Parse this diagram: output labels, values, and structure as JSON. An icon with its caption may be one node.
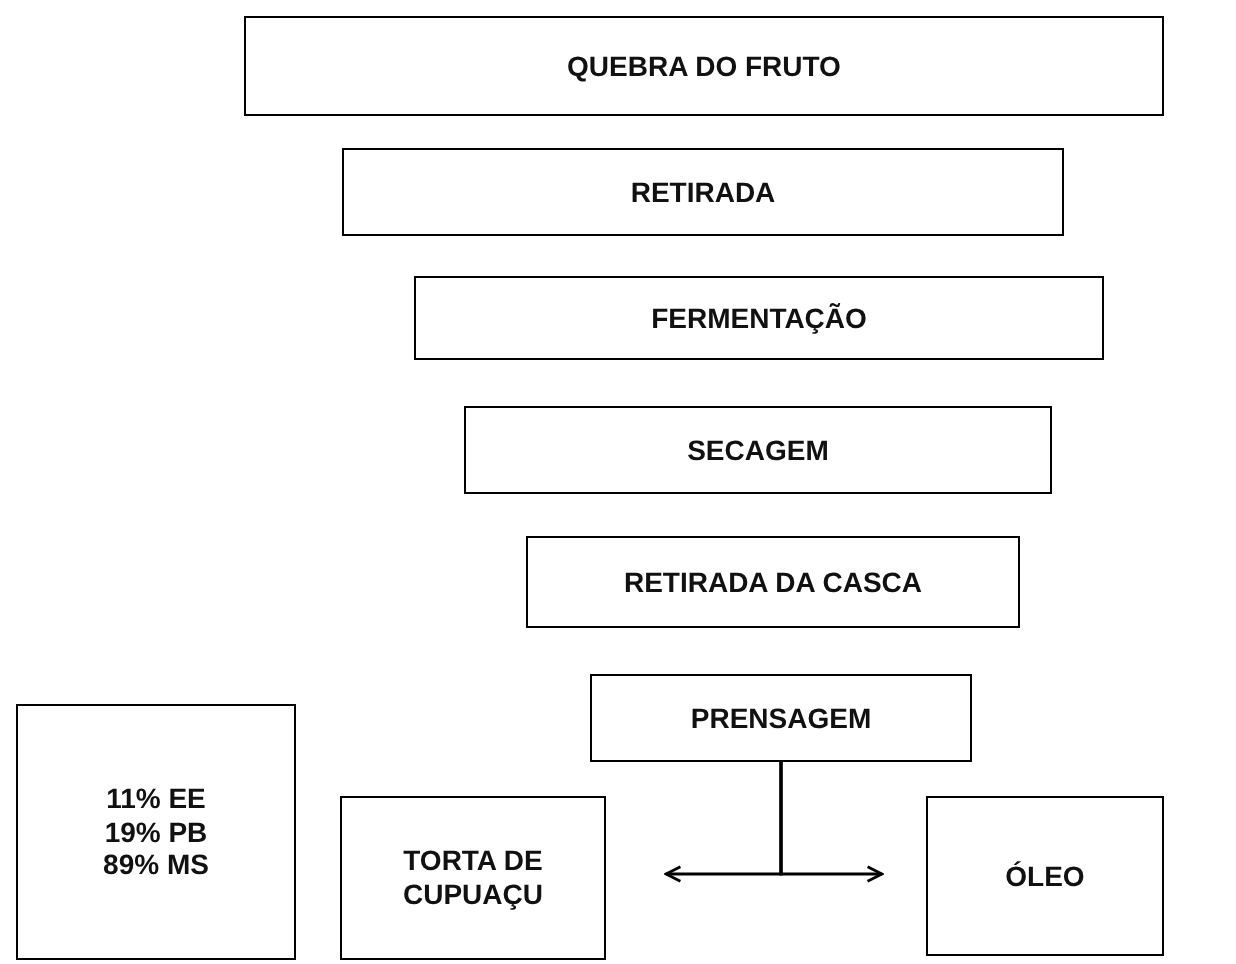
{
  "diagram": {
    "nodes": [
      {
        "text": [
          "QUEBRA DO FRUTO"
        ]
      },
      {
        "text": [
          "RETIRADA"
        ]
      },
      {
        "text": [
          "FERMENTAÇÃO"
        ]
      },
      {
        "text": [
          "SECAGEM"
        ]
      },
      {
        "text": [
          "RETIRADA DA CASCA"
        ]
      },
      {
        "text": [
          "PRENSAGEM"
        ]
      },
      {
        "text": [
          "11% EE",
          "19% PB",
          "89% MS"
        ]
      },
      {
        "text": [
          "TORTA DE CUPUAÇU"
        ]
      },
      {
        "text": [
          "ÓLEO"
        ]
      }
    ],
    "edges": [
      {
        "from": 5,
        "to": 7,
        "arrow": "to"
      },
      {
        "from": 5,
        "to": 8,
        "arrow": "to"
      }
    ]
  }
}
